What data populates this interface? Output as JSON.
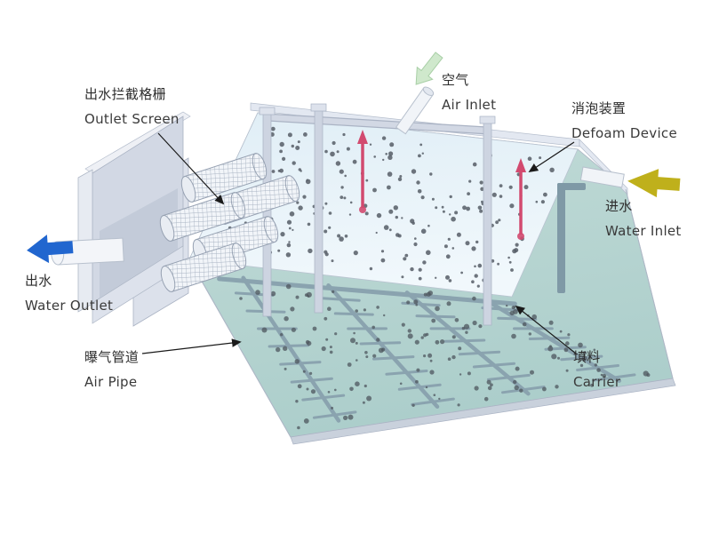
{
  "labels": {
    "outlet_screen": {
      "zh": "出水拦截格栅",
      "en": "Outlet Screen"
    },
    "air_inlet": {
      "zh": "空气",
      "en": "Air Inlet"
    },
    "defoam_device": {
      "zh": "消泡装置",
      "en": "Defoam Device"
    },
    "water_inlet": {
      "zh": "进水",
      "en": "Water Inlet"
    },
    "water_outlet": {
      "zh": "出水",
      "en": "Water Outlet"
    },
    "air_pipe": {
      "zh": "曝气管道",
      "en": "Air Pipe"
    },
    "carrier": {
      "zh": "填料",
      "en": "Carrier"
    }
  },
  "flow_arrows": {
    "water_outlet": {
      "direction": "left",
      "color": "#2166cf"
    },
    "water_inlet": {
      "direction": "left",
      "color": "#bfb01b"
    },
    "air_inlet": {
      "direction": "down-left",
      "color": "#cfe8cc"
    },
    "defoam": {
      "direction": "up",
      "color": "#d24a6f"
    }
  },
  "colors": {
    "water_surface": "#e9f3f9",
    "underwater": "#b7d5d1",
    "tank_wall": "#d2d8e4",
    "carrier_dots": "#565d66",
    "pipes": "#8aa3af"
  }
}
